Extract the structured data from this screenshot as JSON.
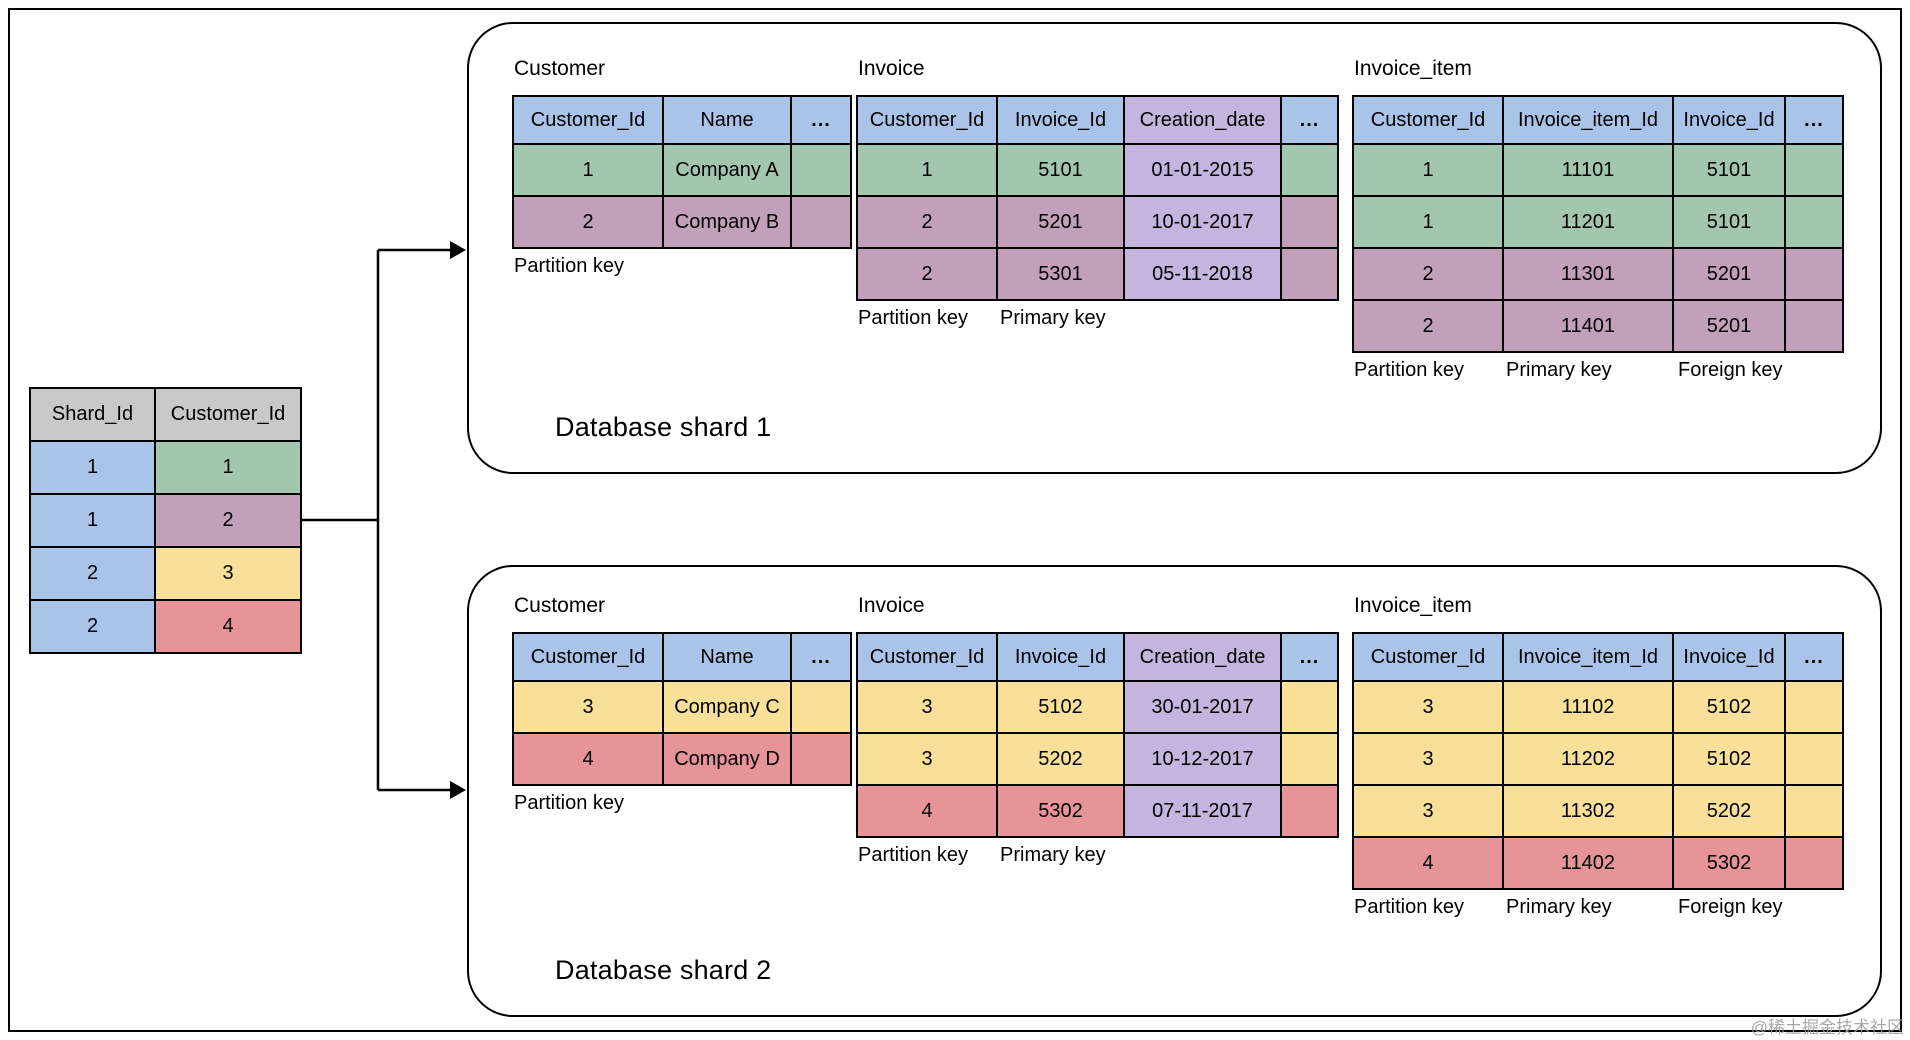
{
  "colors": {
    "gray": "#c9c9c9",
    "blue": "#a9c4e8",
    "green": "#a3c6af",
    "purple": "#c2a0ba",
    "yellow": "#f8e099",
    "red": "#e69497",
    "lavender": "#c5b4de"
  },
  "watermark": "@稀土掘金技术社区",
  "map_table": {
    "header_color": "gray",
    "columns": [
      {
        "label": "Shard_Id",
        "width": 125
      },
      {
        "label": "Customer_Id",
        "width": 146
      }
    ],
    "rows": [
      {
        "cells": [
          {
            "text": "1",
            "color": "blue"
          },
          {
            "text": "1",
            "color": "green"
          }
        ]
      },
      {
        "cells": [
          {
            "text": "1",
            "color": "blue"
          },
          {
            "text": "2",
            "color": "purple"
          }
        ]
      },
      {
        "cells": [
          {
            "text": "2",
            "color": "blue"
          },
          {
            "text": "3",
            "color": "yellow"
          }
        ]
      },
      {
        "cells": [
          {
            "text": "2",
            "color": "blue"
          },
          {
            "text": "4",
            "color": "red"
          }
        ]
      }
    ]
  },
  "shards": [
    {
      "label": "Database shard 1",
      "tables": [
        {
          "title": "Customer",
          "columns": [
            {
              "label": "Customer_Id",
              "width": 150
            },
            {
              "label": "Name",
              "width": 128
            },
            {
              "label": "...",
              "width": 60
            }
          ],
          "rows": [
            {
              "color": "green",
              "cells": [
                "1",
                "Company A",
                ""
              ]
            },
            {
              "color": "purple",
              "cells": [
                "2",
                "Company B",
                ""
              ]
            }
          ],
          "key_labels": [
            {
              "text": "Partition key",
              "col": 0
            }
          ]
        },
        {
          "title": "Invoice",
          "columns": [
            {
              "label": "Customer_Id",
              "width": 140
            },
            {
              "label": "Invoice_Id",
              "width": 127
            },
            {
              "label": "Creation_date",
              "width": 157,
              "color": "lavender"
            },
            {
              "label": "...",
              "width": 57
            }
          ],
          "rows": [
            {
              "color": "green",
              "cells": [
                "1",
                "5101",
                "01-01-2015",
                ""
              ]
            },
            {
              "color": "purple",
              "cells": [
                "2",
                "5201",
                "10-01-2017",
                ""
              ]
            },
            {
              "color": "purple",
              "cells": [
                "2",
                "5301",
                "05-11-2018",
                ""
              ]
            }
          ],
          "key_labels": [
            {
              "text": "Partition key",
              "col": 0
            },
            {
              "text": "Primary key",
              "col": 1
            }
          ]
        },
        {
          "title": "Invoice_item",
          "columns": [
            {
              "label": "Customer_Id",
              "width": 150
            },
            {
              "label": "Invoice_item_Id",
              "width": 170
            },
            {
              "label": "Invoice_Id",
              "width": 112
            },
            {
              "label": "...",
              "width": 58
            }
          ],
          "rows": [
            {
              "color": "green",
              "cells": [
                "1",
                "11101",
                "5101",
                ""
              ]
            },
            {
              "color": "green",
              "cells": [
                "1",
                "11201",
                "5101",
                ""
              ]
            },
            {
              "color": "purple",
              "cells": [
                "2",
                "11301",
                "5201",
                ""
              ]
            },
            {
              "color": "purple",
              "cells": [
                "2",
                "11401",
                "5201",
                ""
              ]
            }
          ],
          "key_labels": [
            {
              "text": "Partition key",
              "col": 0
            },
            {
              "text": "Primary key",
              "col": 1
            },
            {
              "text": "Foreign key",
              "col": 2
            }
          ]
        }
      ]
    },
    {
      "label": "Database shard 2",
      "tables": [
        {
          "title": "Customer",
          "columns": [
            {
              "label": "Customer_Id",
              "width": 150
            },
            {
              "label": "Name",
              "width": 128
            },
            {
              "label": "...",
              "width": 60
            }
          ],
          "rows": [
            {
              "color": "yellow",
              "cells": [
                "3",
                "Company C",
                ""
              ]
            },
            {
              "color": "red",
              "cells": [
                "4",
                "Company D",
                ""
              ]
            }
          ],
          "key_labels": [
            {
              "text": "Partition key",
              "col": 0
            }
          ]
        },
        {
          "title": "Invoice",
          "columns": [
            {
              "label": "Customer_Id",
              "width": 140
            },
            {
              "label": "Invoice_Id",
              "width": 127
            },
            {
              "label": "Creation_date",
              "width": 157,
              "color": "lavender"
            },
            {
              "label": "...",
              "width": 57
            }
          ],
          "rows": [
            {
              "color": "yellow",
              "cells": [
                "3",
                "5102",
                "30-01-2017",
                ""
              ]
            },
            {
              "color": "yellow",
              "cells": [
                "3",
                "5202",
                "10-12-2017",
                ""
              ]
            },
            {
              "color": "red",
              "cells": [
                "4",
                "5302",
                "07-11-2017",
                ""
              ]
            }
          ],
          "key_labels": [
            {
              "text": "Partition key",
              "col": 0
            },
            {
              "text": "Primary key",
              "col": 1
            }
          ]
        },
        {
          "title": "Invoice_item",
          "columns": [
            {
              "label": "Customer_Id",
              "width": 150
            },
            {
              "label": "Invoice_item_Id",
              "width": 170
            },
            {
              "label": "Invoice_Id",
              "width": 112
            },
            {
              "label": "...",
              "width": 58
            }
          ],
          "rows": [
            {
              "color": "yellow",
              "cells": [
                "3",
                "11102",
                "5102",
                ""
              ]
            },
            {
              "color": "yellow",
              "cells": [
                "3",
                "11202",
                "5102",
                ""
              ]
            },
            {
              "color": "yellow",
              "cells": [
                "3",
                "11302",
                "5202",
                ""
              ]
            },
            {
              "color": "red",
              "cells": [
                "4",
                "11402",
                "5302",
                ""
              ]
            }
          ],
          "key_labels": [
            {
              "text": "Partition key",
              "col": 0
            },
            {
              "text": "Primary key",
              "col": 1
            },
            {
              "text": "Foreign key",
              "col": 2
            }
          ]
        }
      ]
    }
  ]
}
